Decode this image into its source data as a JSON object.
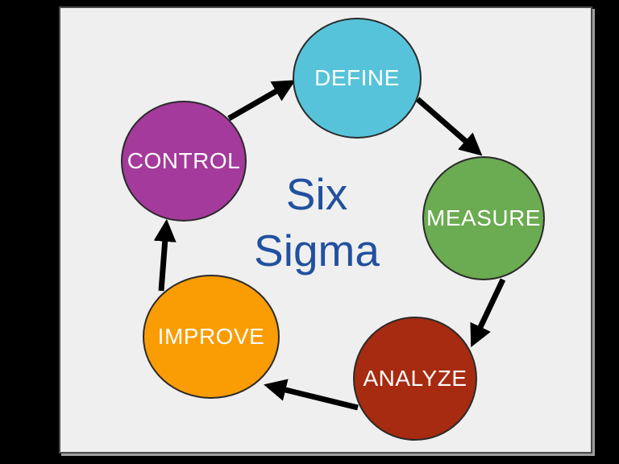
{
  "diagram": {
    "title": {
      "line1": "Six",
      "line2": "Sigma",
      "color": "#21509F"
    },
    "nodes": [
      {
        "id": "define",
        "label": "DEFINE",
        "color": "#56C3DA"
      },
      {
        "id": "measure",
        "label": "MEASURE",
        "color": "#6BAB51"
      },
      {
        "id": "analyze",
        "label": "ANALYZE",
        "color": "#A72B10"
      },
      {
        "id": "improve",
        "label": "IMPROVE",
        "color": "#FA9C04"
      },
      {
        "id": "control",
        "label": "CONTROL",
        "color": "#A43A9B"
      }
    ],
    "arrows": [
      {
        "from": "control",
        "to": "define"
      },
      {
        "from": "define",
        "to": "measure"
      },
      {
        "from": "measure",
        "to": "analyze"
      },
      {
        "from": "analyze",
        "to": "improve"
      },
      {
        "from": "improve",
        "to": "control"
      }
    ],
    "label_text_color": "#FFFFFF",
    "arrow_color": "#000000",
    "canvas_background": "#EFEFEF",
    "frame_background": "#000000"
  }
}
